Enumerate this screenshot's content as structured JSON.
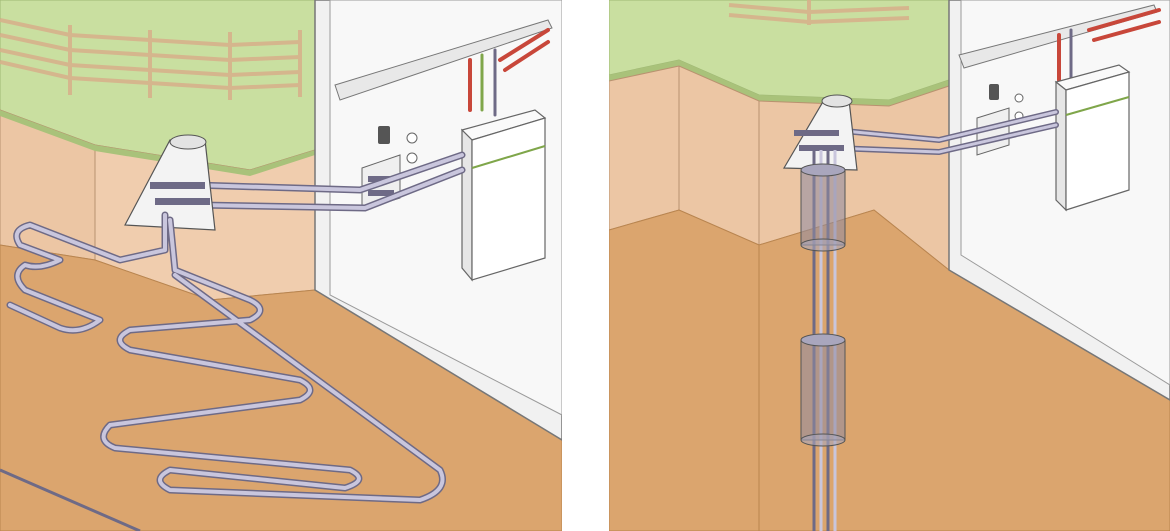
{
  "colors": {
    "lawn": "#c9dfa0",
    "lawn_edge": "#a9c27a",
    "soil_upper": "#ecc6a4",
    "soil_lower": "#dba56e",
    "wall": "#f1f1f1",
    "pipe_fill": "#c9c6dd",
    "pipe_stroke": "#6e6a86",
    "hot_pipe": "#c8473a",
    "heat_pump": "#ffffff",
    "accent_green": "#7fa64a",
    "outline": "#555555"
  },
  "panels": [
    {
      "id": "left",
      "system": "horizontal-ground-collector"
    },
    {
      "id": "right",
      "system": "vertical-borehole-probe"
    }
  ]
}
